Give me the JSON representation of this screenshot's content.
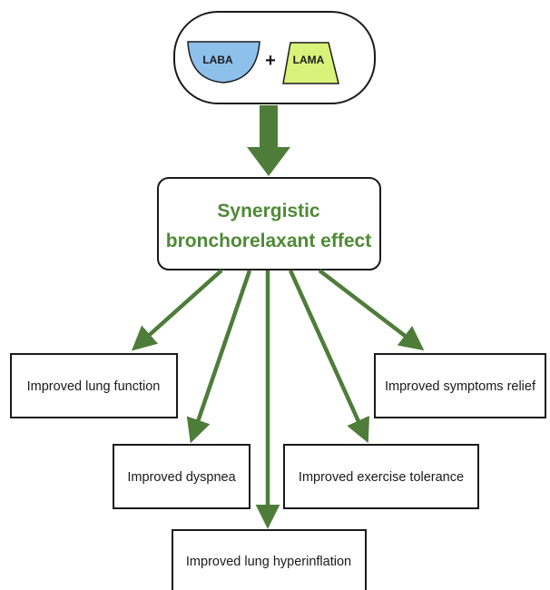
{
  "combo": {
    "laba_label": "LABA",
    "plus_sign": "+",
    "lama_label": "LAMA",
    "laba_color": "#8ec0ec",
    "lama_color": "#d9f27a"
  },
  "center": {
    "line1": "Synergistic",
    "line2": "bronchorelaxant effect",
    "text_color": "#4e8a35"
  },
  "arrow_color": "#4e7d3a",
  "outcomes": {
    "lung_function": "Improved lung function",
    "symptoms_relief": "Improved symptoms relief",
    "dyspnea": "Improved dyspnea",
    "exercise_tolerance": "Improved exercise tolerance",
    "hyperinflation": "Improved lung hyperinflation"
  }
}
